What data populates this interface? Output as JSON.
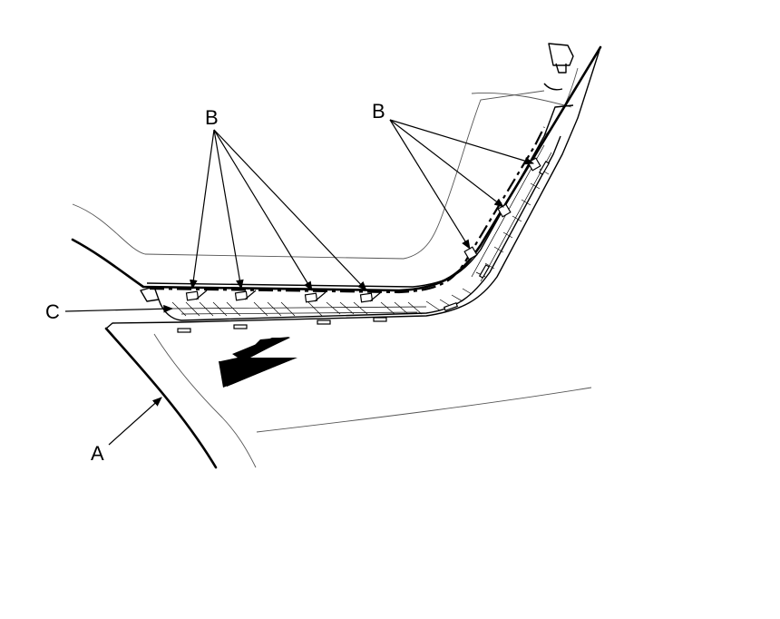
{
  "labels": {
    "A": "A",
    "B": "B",
    "C": "C"
  },
  "colors": {
    "line": "#000000",
    "background": "#ffffff"
  }
}
